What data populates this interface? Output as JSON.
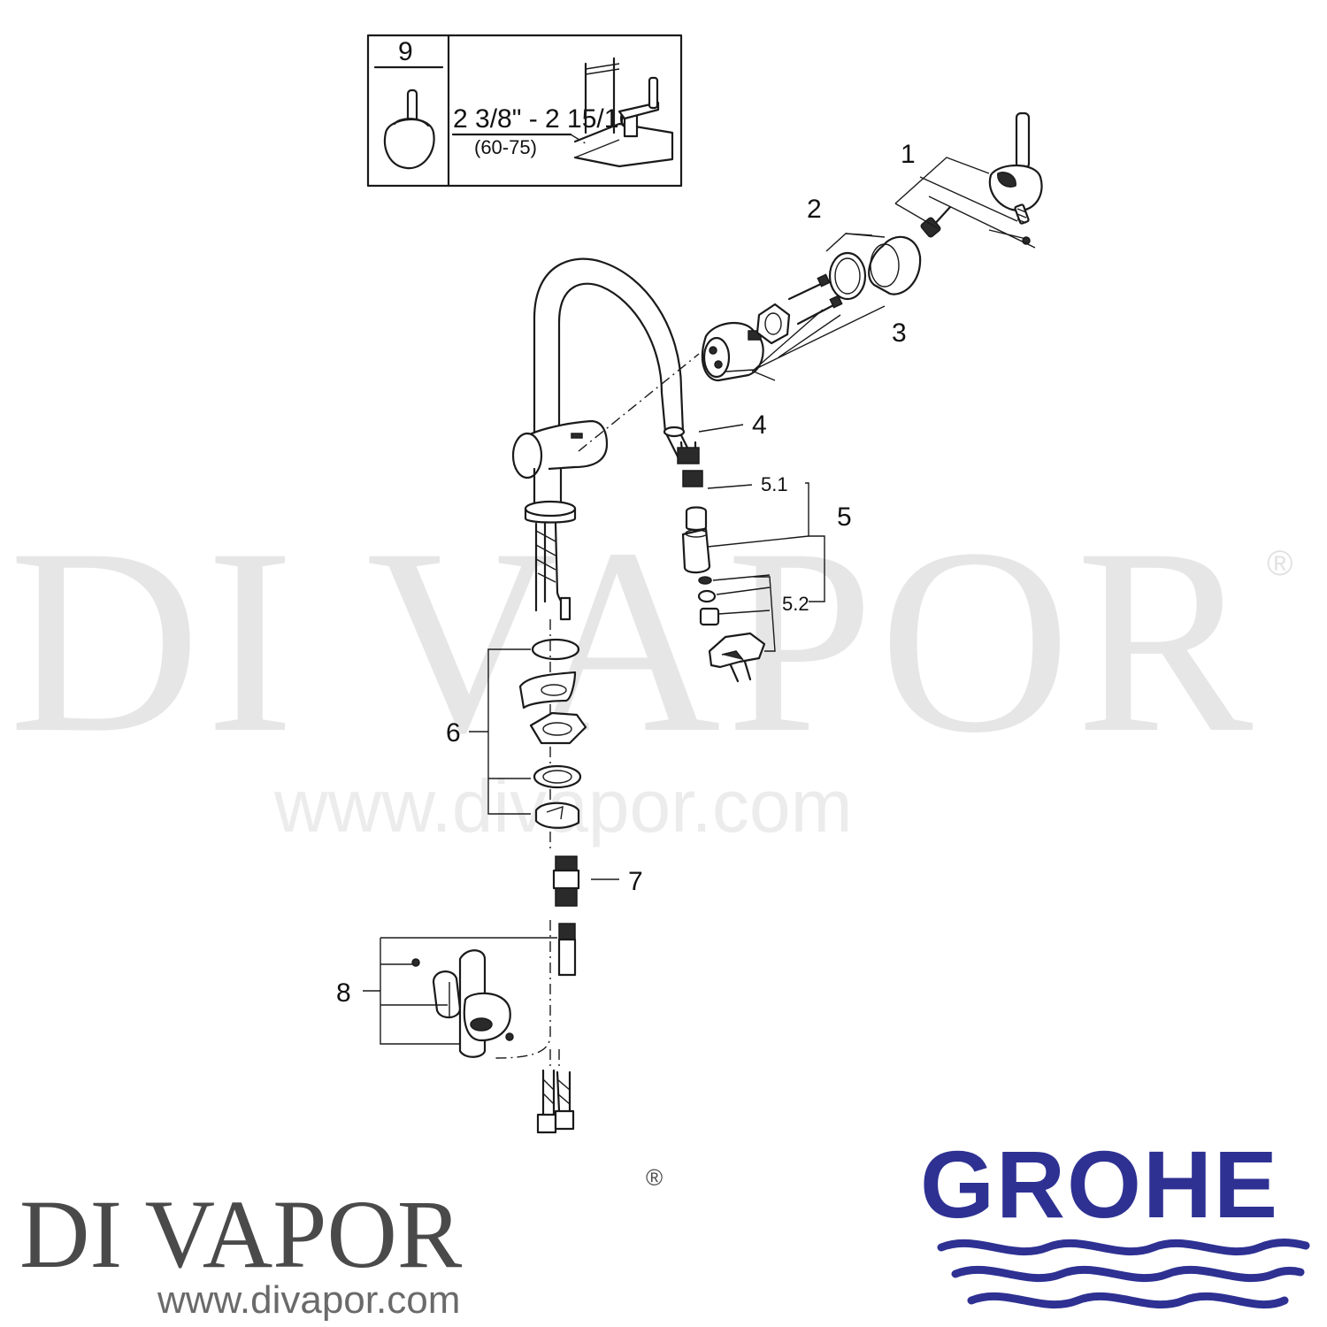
{
  "watermark": {
    "brand": "DI VAPOR",
    "registered": "®",
    "url": "www.divapor.com"
  },
  "inset": {
    "part_number": "9",
    "dimension_imperial": "2 3/8\" - 2 15/16\"",
    "dimension_metric": "(60-75)"
  },
  "callouts": {
    "p1": "1",
    "p2": "2",
    "p3": "3",
    "p4": "4",
    "p5": "5",
    "p51": "5.1",
    "p52": "5.2",
    "p6": "6",
    "p7": "7",
    "p8": "8"
  },
  "footer": {
    "brand": "DI VAPOR",
    "registered": "®",
    "url": "www.divapor.com",
    "grohe_logo": "GROHE"
  },
  "colors": {
    "grohe_blue": "#2e3192",
    "brand_grey": "#4a4a4a",
    "watermark_grey": "#e6e6e6"
  }
}
